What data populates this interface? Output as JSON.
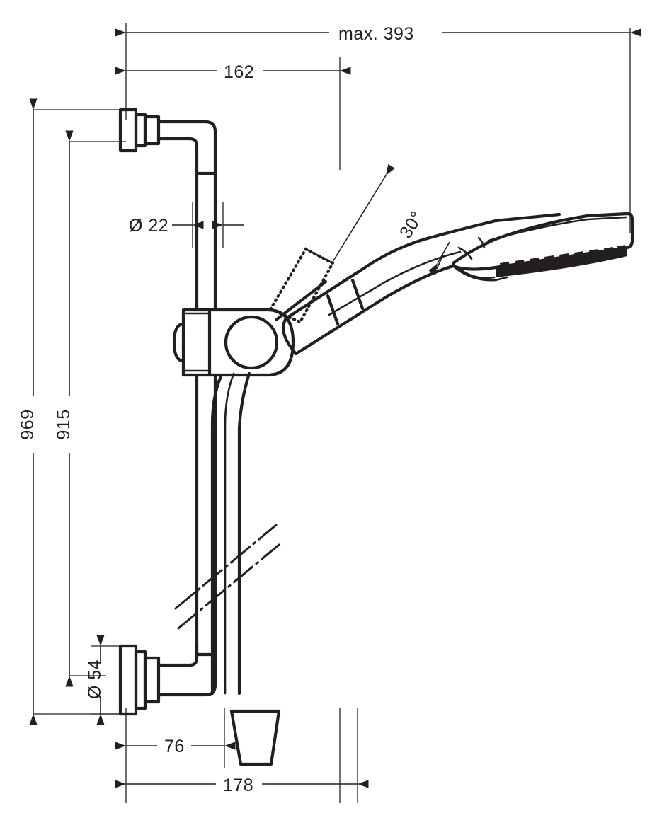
{
  "drawing": {
    "title": "Shower set dimensional drawing",
    "units": "mm",
    "line_color": "#231f20",
    "background": "#ffffff"
  },
  "dimensions": {
    "overall_reach": {
      "label": "max. 393",
      "value": 393,
      "prefix": "max.",
      "orientation": "horizontal",
      "position": "top"
    },
    "bracket_reach": {
      "label": "162",
      "value": 162,
      "orientation": "horizontal",
      "position": "top"
    },
    "bar_diameter": {
      "label": "Ø 22",
      "value": 22,
      "symbol": "Ø",
      "orientation": "horizontal",
      "position": "middle-left"
    },
    "overall_height": {
      "label": "969",
      "value": 969,
      "orientation": "vertical",
      "position": "far-left"
    },
    "bar_height": {
      "label": "915",
      "value": 915,
      "orientation": "vertical",
      "position": "left"
    },
    "flange_diameter": {
      "label": "Ø 54",
      "value": 54,
      "symbol": "Ø",
      "orientation": "vertical",
      "position": "lower-left"
    },
    "hose_offset": {
      "label": "76",
      "value": 76,
      "orientation": "horizontal",
      "position": "bottom"
    },
    "base_depth": {
      "label": "178",
      "value": 178,
      "orientation": "horizontal",
      "position": "bottom"
    },
    "tilt_angle": {
      "label": "30°",
      "value": 30,
      "symbol": "°",
      "orientation": "angular",
      "position": "center-top"
    }
  },
  "components": {
    "upper_wall_bracket": "upper-wall-bracket",
    "lower_wall_bracket": "lower-wall-bracket",
    "shower_bar": "shower-bar",
    "slider_holder": "slider-holder",
    "hand_shower": "hand-shower",
    "shower_hose": "shower-hose",
    "hose_end_fitting": "hose-end-fitting",
    "break_symbol": "break-symbol",
    "ghost_outline": "ghost-holder-outline"
  }
}
